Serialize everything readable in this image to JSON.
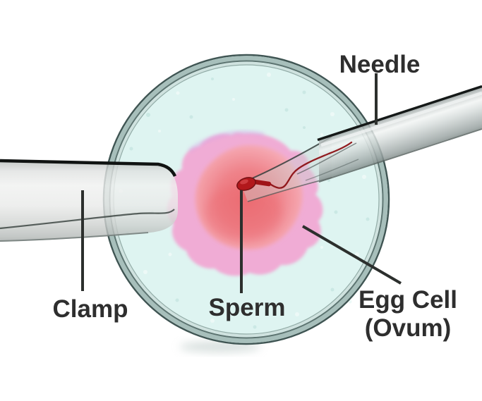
{
  "diagram": {
    "subject": "Intracytoplasmic sperm injection illustration",
    "labels": {
      "needle": "Needle",
      "clamp": "Clamp",
      "sperm": "Sperm",
      "egg_cell_line1": "Egg Cell",
      "egg_cell_line2": "(Ovum)"
    },
    "colors": {
      "background": "#ffffff",
      "dish_fill": "#def4f1",
      "dish_rim_dark": "#3f5553",
      "dish_rim_light": "#a7bfbb",
      "egg_outer_pink": "#f2a6d3",
      "egg_inner_red": "#ee767c",
      "sperm_red": "#a8171b",
      "instrument_gray": "#d6dbda",
      "label_text": "#2e2e2e",
      "leader_line": "#2c2f2d"
    }
  }
}
